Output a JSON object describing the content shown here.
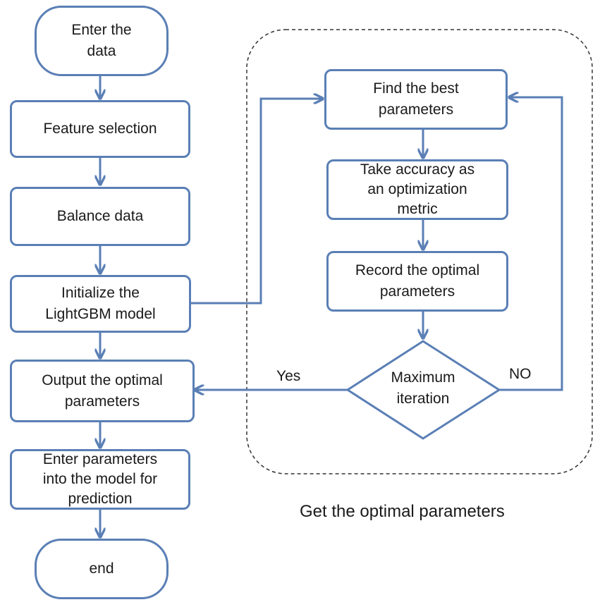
{
  "nodes": {
    "enter_data": "Enter the\ndata",
    "feature_selection": "Feature selection",
    "balance_data": "Balance data",
    "init_model": "Initialize the\nLightGBM model",
    "output_params": "Output the optimal\nparameters",
    "enter_params": "Enter parameters\ninto the model for\nprediction",
    "end": "end",
    "find_best": "Find the best\nparameters",
    "take_accuracy": "Take accuracy as\nan optimization\nmetric",
    "record_optimal": "Record the optimal\nparameters",
    "max_iteration": "Maximum\niteration"
  },
  "edge_labels": {
    "yes": "Yes",
    "no": "NO"
  },
  "group_caption": "Get the optimal parameters",
  "colors": {
    "stroke": "#5a7fb5",
    "dashed_border": "#333333"
  }
}
